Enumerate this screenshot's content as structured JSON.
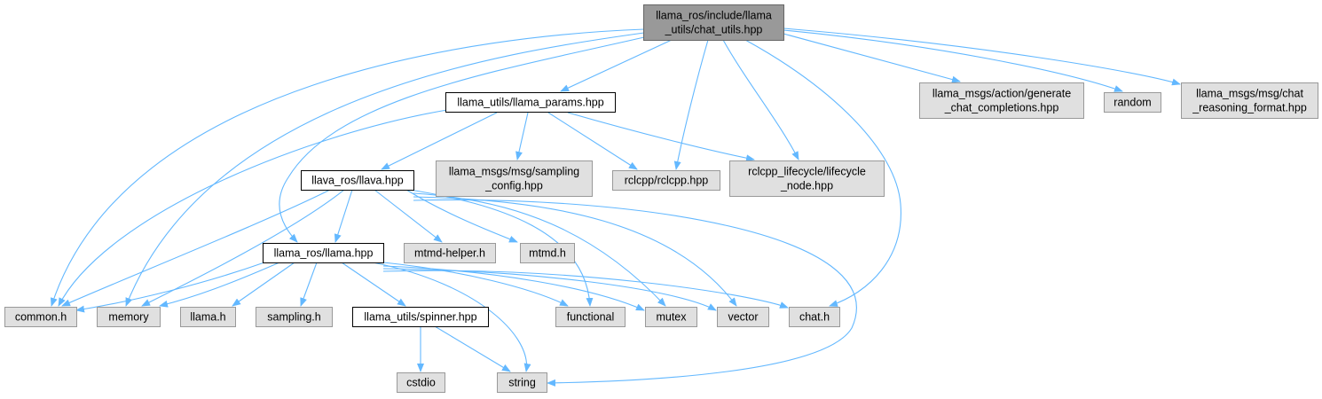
{
  "diagram": {
    "root": "root",
    "colors": {
      "edge": "#63b8ff",
      "root_fill": "#999999",
      "root_border": "#666666",
      "local_fill": "#ffffff",
      "local_border": "#000000",
      "external_fill": "#e0e0e0",
      "external_border": "#999999"
    },
    "nodes": [
      {
        "id": "root",
        "kind": "root",
        "lines": [
          "llama_ros/include/llama",
          "_utils/chat_utils.hpp"
        ]
      },
      {
        "id": "llama_params",
        "kind": "local",
        "lines": [
          "llama_utils/llama_params.hpp"
        ]
      },
      {
        "id": "generate",
        "kind": "external",
        "lines": [
          "llama_msgs/action/generate",
          "_chat_completions.hpp"
        ]
      },
      {
        "id": "random",
        "kind": "external",
        "lines": [
          "random"
        ]
      },
      {
        "id": "reasoning",
        "kind": "external",
        "lines": [
          "llama_msgs/msg/chat",
          "_reasoning_format.hpp"
        ]
      },
      {
        "id": "llava",
        "kind": "local",
        "lines": [
          "llava_ros/llava.hpp"
        ]
      },
      {
        "id": "sampling_cfg",
        "kind": "external",
        "lines": [
          "llama_msgs/msg/sampling",
          "_config.hpp"
        ]
      },
      {
        "id": "rclcpp",
        "kind": "external",
        "lines": [
          "rclcpp/rclcpp.hpp"
        ]
      },
      {
        "id": "lifecycle",
        "kind": "external",
        "lines": [
          "rclcpp_lifecycle/lifecycle",
          "_node.hpp"
        ]
      },
      {
        "id": "llama_hpp",
        "kind": "local",
        "lines": [
          "llama_ros/llama.hpp"
        ]
      },
      {
        "id": "mtmd_helper",
        "kind": "external",
        "lines": [
          "mtmd-helper.h"
        ]
      },
      {
        "id": "mtmd",
        "kind": "external",
        "lines": [
          "mtmd.h"
        ]
      },
      {
        "id": "common",
        "kind": "external",
        "lines": [
          "common.h"
        ]
      },
      {
        "id": "memory",
        "kind": "external",
        "lines": [
          "memory"
        ]
      },
      {
        "id": "llama_h",
        "kind": "external",
        "lines": [
          "llama.h"
        ]
      },
      {
        "id": "sampling_h",
        "kind": "external",
        "lines": [
          "sampling.h"
        ]
      },
      {
        "id": "spinner",
        "kind": "local",
        "lines": [
          "llama_utils/spinner.hpp"
        ]
      },
      {
        "id": "functional",
        "kind": "external",
        "lines": [
          "functional"
        ]
      },
      {
        "id": "mutex",
        "kind": "external",
        "lines": [
          "mutex"
        ]
      },
      {
        "id": "vector",
        "kind": "external",
        "lines": [
          "vector"
        ]
      },
      {
        "id": "chat_h",
        "kind": "external",
        "lines": [
          "chat.h"
        ]
      },
      {
        "id": "cstdio",
        "kind": "external",
        "lines": [
          "cstdio"
        ]
      },
      {
        "id": "string",
        "kind": "external",
        "lines": [
          "string"
        ]
      }
    ],
    "edges": [
      [
        "root",
        "common"
      ],
      [
        "root",
        "memory"
      ],
      [
        "root",
        "llama_params"
      ],
      [
        "root",
        "llama_hpp"
      ],
      [
        "root",
        "rclcpp"
      ],
      [
        "root",
        "lifecycle"
      ],
      [
        "root",
        "chat_h"
      ],
      [
        "root",
        "generate"
      ],
      [
        "root",
        "random"
      ],
      [
        "root",
        "reasoning"
      ],
      [
        "llama_params",
        "common"
      ],
      [
        "llama_params",
        "llava"
      ],
      [
        "llama_params",
        "sampling_cfg"
      ],
      [
        "llama_params",
        "rclcpp"
      ],
      [
        "llama_params",
        "lifecycle"
      ],
      [
        "llava",
        "common"
      ],
      [
        "llava",
        "memory"
      ],
      [
        "llava",
        "llama_hpp"
      ],
      [
        "llava",
        "mtmd_helper"
      ],
      [
        "llava",
        "mtmd"
      ],
      [
        "llava",
        "functional"
      ],
      [
        "llava",
        "mutex"
      ],
      [
        "llava",
        "vector"
      ],
      [
        "llava",
        "string"
      ],
      [
        "llama_hpp",
        "common"
      ],
      [
        "llama_hpp",
        "memory"
      ],
      [
        "llama_hpp",
        "llama_h"
      ],
      [
        "llama_hpp",
        "sampling_h"
      ],
      [
        "llama_hpp",
        "spinner"
      ],
      [
        "llama_hpp",
        "functional"
      ],
      [
        "llama_hpp",
        "mutex"
      ],
      [
        "llama_hpp",
        "vector"
      ],
      [
        "llama_hpp",
        "chat_h"
      ],
      [
        "llama_hpp",
        "string"
      ],
      [
        "spinner",
        "cstdio"
      ],
      [
        "spinner",
        "string"
      ]
    ]
  }
}
